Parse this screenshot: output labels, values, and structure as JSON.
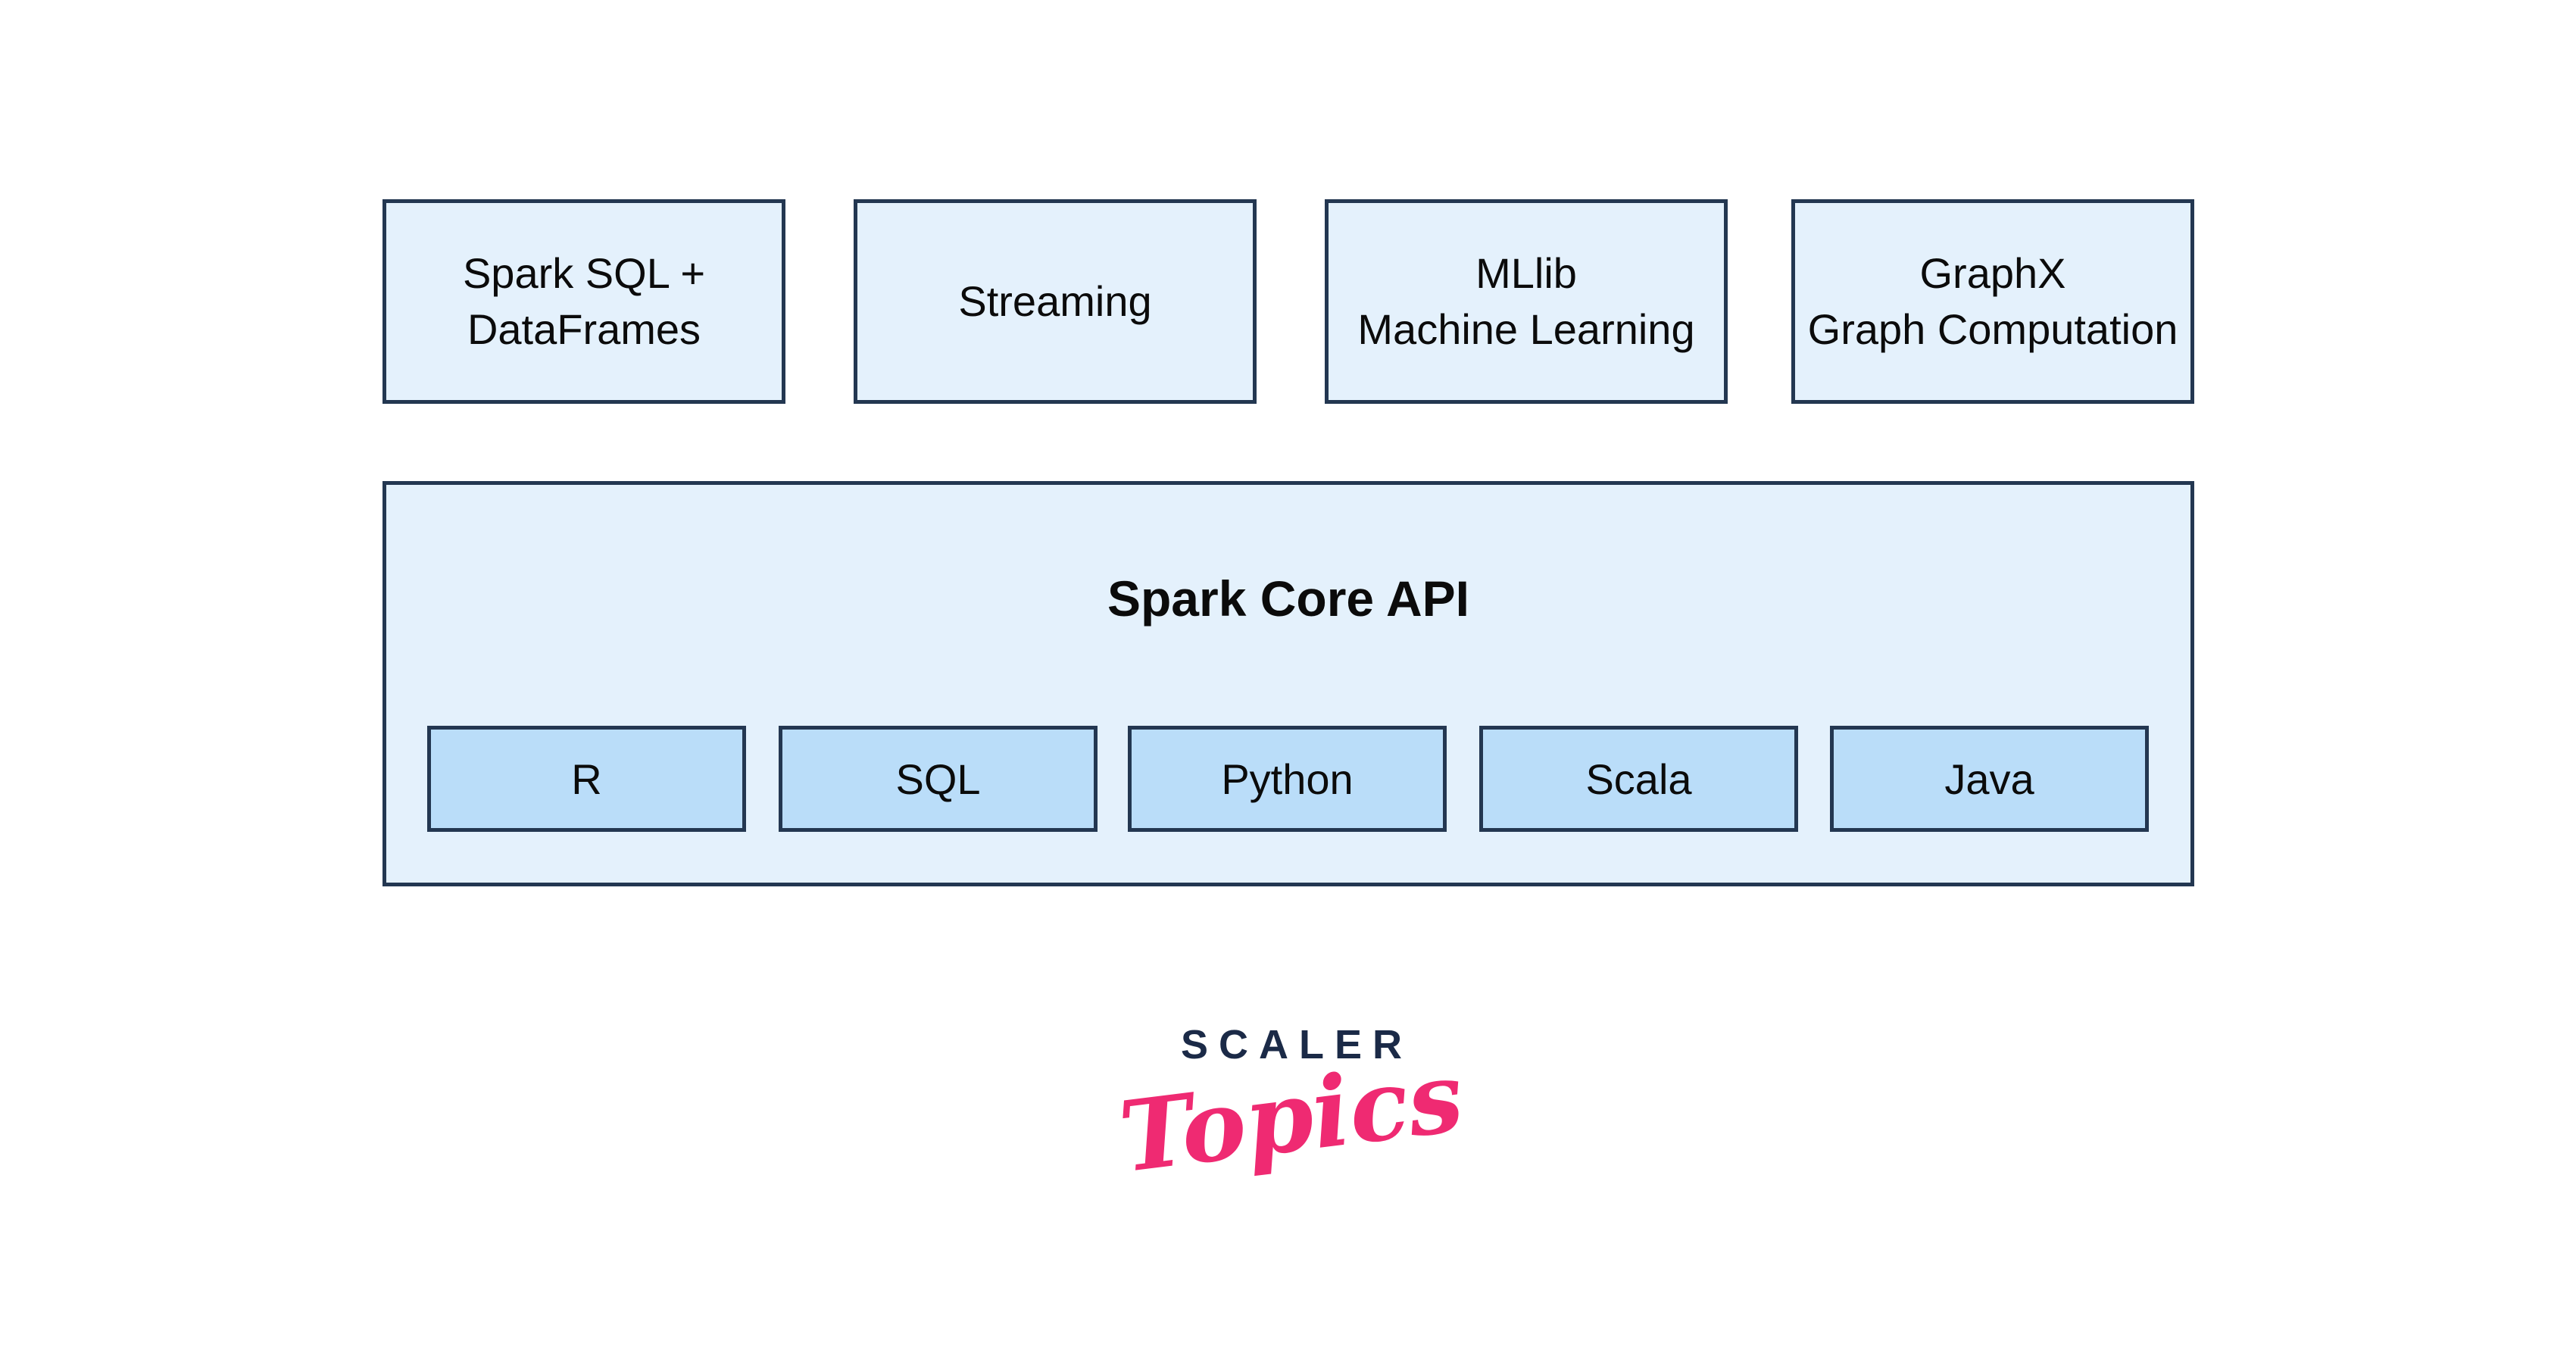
{
  "diagram": {
    "top_row": [
      {
        "lines": [
          "Spark SQL +",
          "DataFrames"
        ]
      },
      {
        "lines": [
          "Streaming"
        ]
      },
      {
        "lines": [
          "MLlib",
          "Machine Learning"
        ]
      },
      {
        "lines": [
          "GraphX",
          "Graph Computation"
        ]
      }
    ],
    "core": {
      "title": "Spark Core API",
      "languages": [
        "R",
        "SQL",
        "Python",
        "Scala",
        "Java"
      ]
    },
    "colors": {
      "box_fill": "#e4f1fc",
      "language_fill": "#baddf9",
      "border": "#233751",
      "text": "#0b0b0b"
    }
  },
  "logo": {
    "brand": "SCALER",
    "sub": "Topics",
    "brand_color": "#1b2a47",
    "sub_color": "#ef2a72"
  }
}
